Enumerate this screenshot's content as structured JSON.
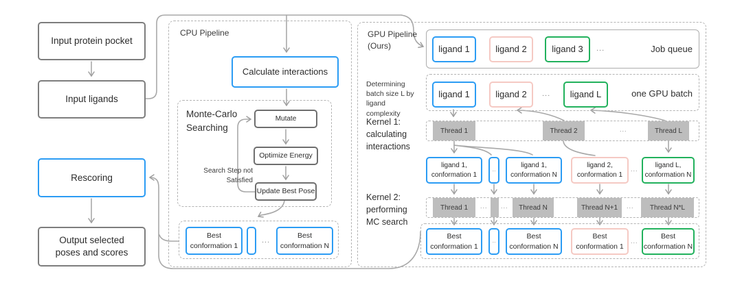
{
  "colors": {
    "blue": "#2B9CF4",
    "pink": "#F5C9C3",
    "green": "#21B15C",
    "gray_border": "#7D7D7D",
    "dark_border": "#6E6E6E",
    "dashed": "#B3B3B3",
    "thread_fill": "#BDBDBD",
    "line": "#A6A6A6"
  },
  "left": {
    "input_pocket": "Input protein pocket",
    "input_ligands": "Input ligands",
    "rescoring": "Rescoring",
    "output": "Output selected poses and scores"
  },
  "cpu": {
    "title": "CPU Pipeline",
    "calculate": "Calculate interactions",
    "mc_title": "Monte-Carlo Searching",
    "mutate": "Mutate",
    "optimize": "Optimize Energy",
    "update": "Update Best Pose",
    "loop_note": "Search Step not Satisfied",
    "best1": "Best conformation 1",
    "bestN": "Best conformation N",
    "dots": "..."
  },
  "gpu": {
    "title_line1": "GPU Pipeline",
    "title_line2": "(Ours)",
    "job_queue": {
      "items": [
        "ligand 1",
        "ligand 2",
        "ligand 3"
      ],
      "dots": "...",
      "label": "Job queue"
    },
    "batch": {
      "items": [
        "ligand 1",
        "ligand 2"
      ],
      "item_L": "ligand L",
      "dots": "...",
      "label": "one GPU batch"
    },
    "batch_note_lines": [
      "Determining",
      "batch size L by",
      "ligand complexity"
    ],
    "kernel1_lines": [
      "Kernel 1:",
      "calculating",
      "interactions"
    ],
    "kernel1_threads": [
      "Thread 1",
      "Thread 2",
      "Thread L"
    ],
    "kernel1_dots": "...",
    "conformations": [
      "ligand 1, conformation 1",
      "ligand 1, conformation N",
      "ligand 2, conformation 1",
      "ligand L, conformation N"
    ],
    "conf_dots": "...",
    "thin_dots": "...",
    "kernel2_lines": [
      "Kernel 2:",
      "performing",
      "MC search"
    ],
    "kernel2_threads": [
      "Thread 1",
      "Thread N",
      "Thread N+1",
      "Thread N*L"
    ],
    "kernel2_dots": "...",
    "best": [
      "Best conformation 1",
      "Best conformation N",
      "Best conformation 1",
      "Best conformation N"
    ],
    "best_dots": "..."
  }
}
